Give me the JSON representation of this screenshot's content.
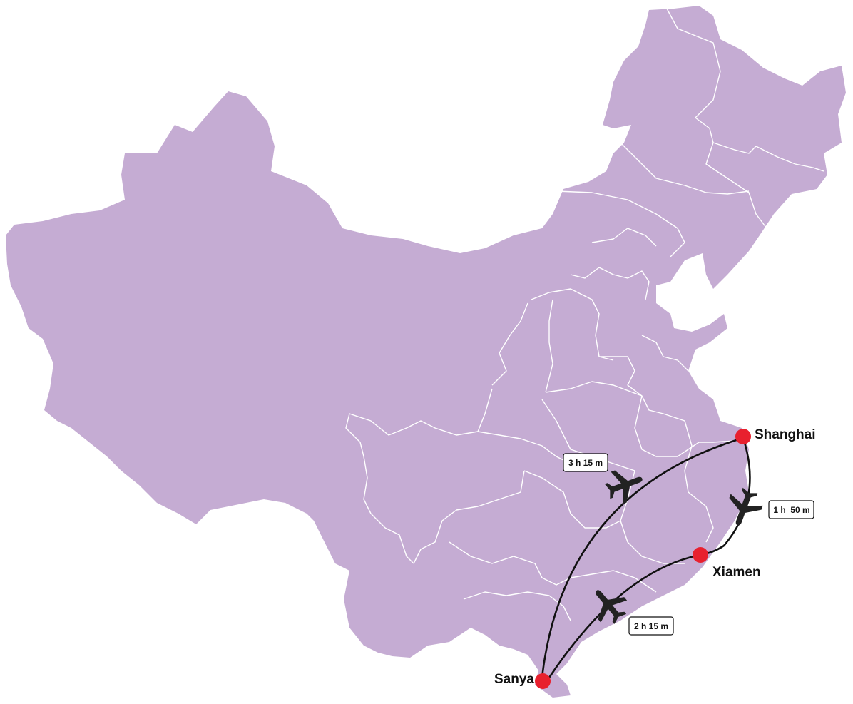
{
  "map": {
    "land_color": "#c5acd3",
    "border_color": "#ffffff",
    "route_color": "#111111",
    "city_marker_color": "#e8202e",
    "plane_icon": "airplane-icon"
  },
  "cities": [
    {
      "id": "shanghai",
      "name": "Shanghai"
    },
    {
      "id": "xiamen",
      "name": "Xiamen"
    },
    {
      "id": "sanya",
      "name": "Sanya"
    }
  ],
  "routes": [
    {
      "from": "Shanghai",
      "to": "Sanya",
      "duration": "3 h 15 m"
    },
    {
      "from": "Shanghai",
      "to": "Xiamen",
      "duration": "1 h  50 m"
    },
    {
      "from": "Xiamen",
      "to": "Sanya",
      "duration": "2 h 15 m"
    }
  ]
}
